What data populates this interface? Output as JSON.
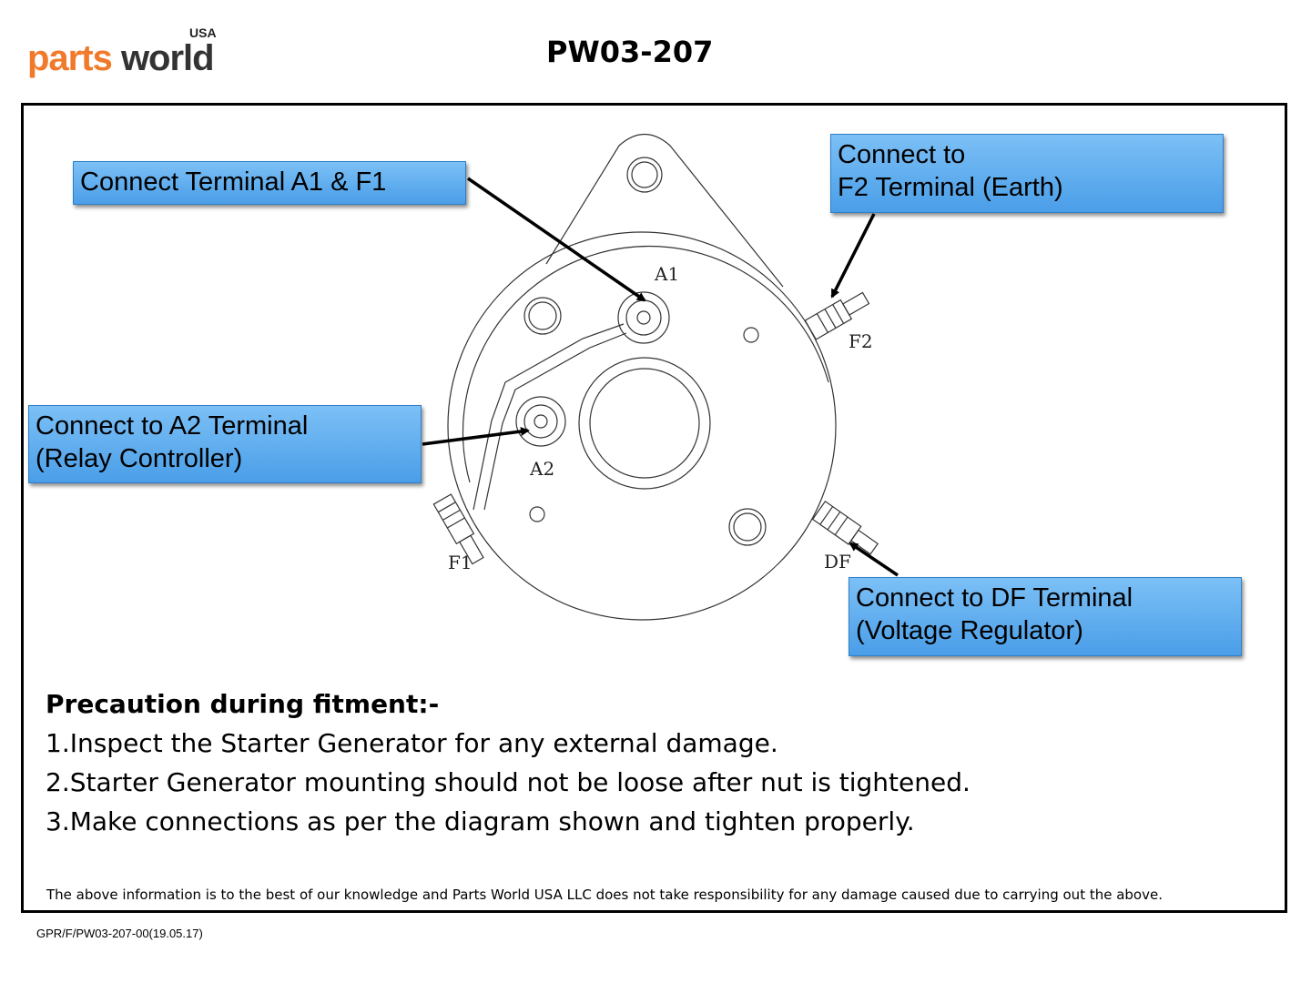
{
  "logo": {
    "parts": "parts",
    "world": "world",
    "usa": "USA"
  },
  "title": "PW03-207",
  "diagram": {
    "terminal_labels": {
      "a1": "A1",
      "a2": "A2",
      "f1": "F1",
      "f2": "F2",
      "df": "DF"
    },
    "callouts": {
      "a1_f1": [
        "Connect Terminal A1 & F1"
      ],
      "f2": [
        "Connect to",
        "F2 Terminal (Earth)"
      ],
      "a2": [
        "Connect to A2 Terminal",
        "(Relay Controller)"
      ],
      "df": [
        "Connect to DF Terminal",
        "(Voltage Regulator)"
      ]
    },
    "callout_color": "#5aaef0"
  },
  "precautions": {
    "heading": "Precaution during fitment:-",
    "items": [
      "1.Inspect the Starter Generator for any external damage.",
      "2.Starter Generator mounting should not be loose after nut  is tightened.",
      "3.Make connections as per the diagram shown and tighten properly."
    ]
  },
  "disclaimer": "The above information is to the best of our knowledge and Parts World USA LLC does not take responsibility for any damage caused due to carrying out the above.",
  "doc_code": "GPR/F/PW03-207-00(19.05.17)"
}
